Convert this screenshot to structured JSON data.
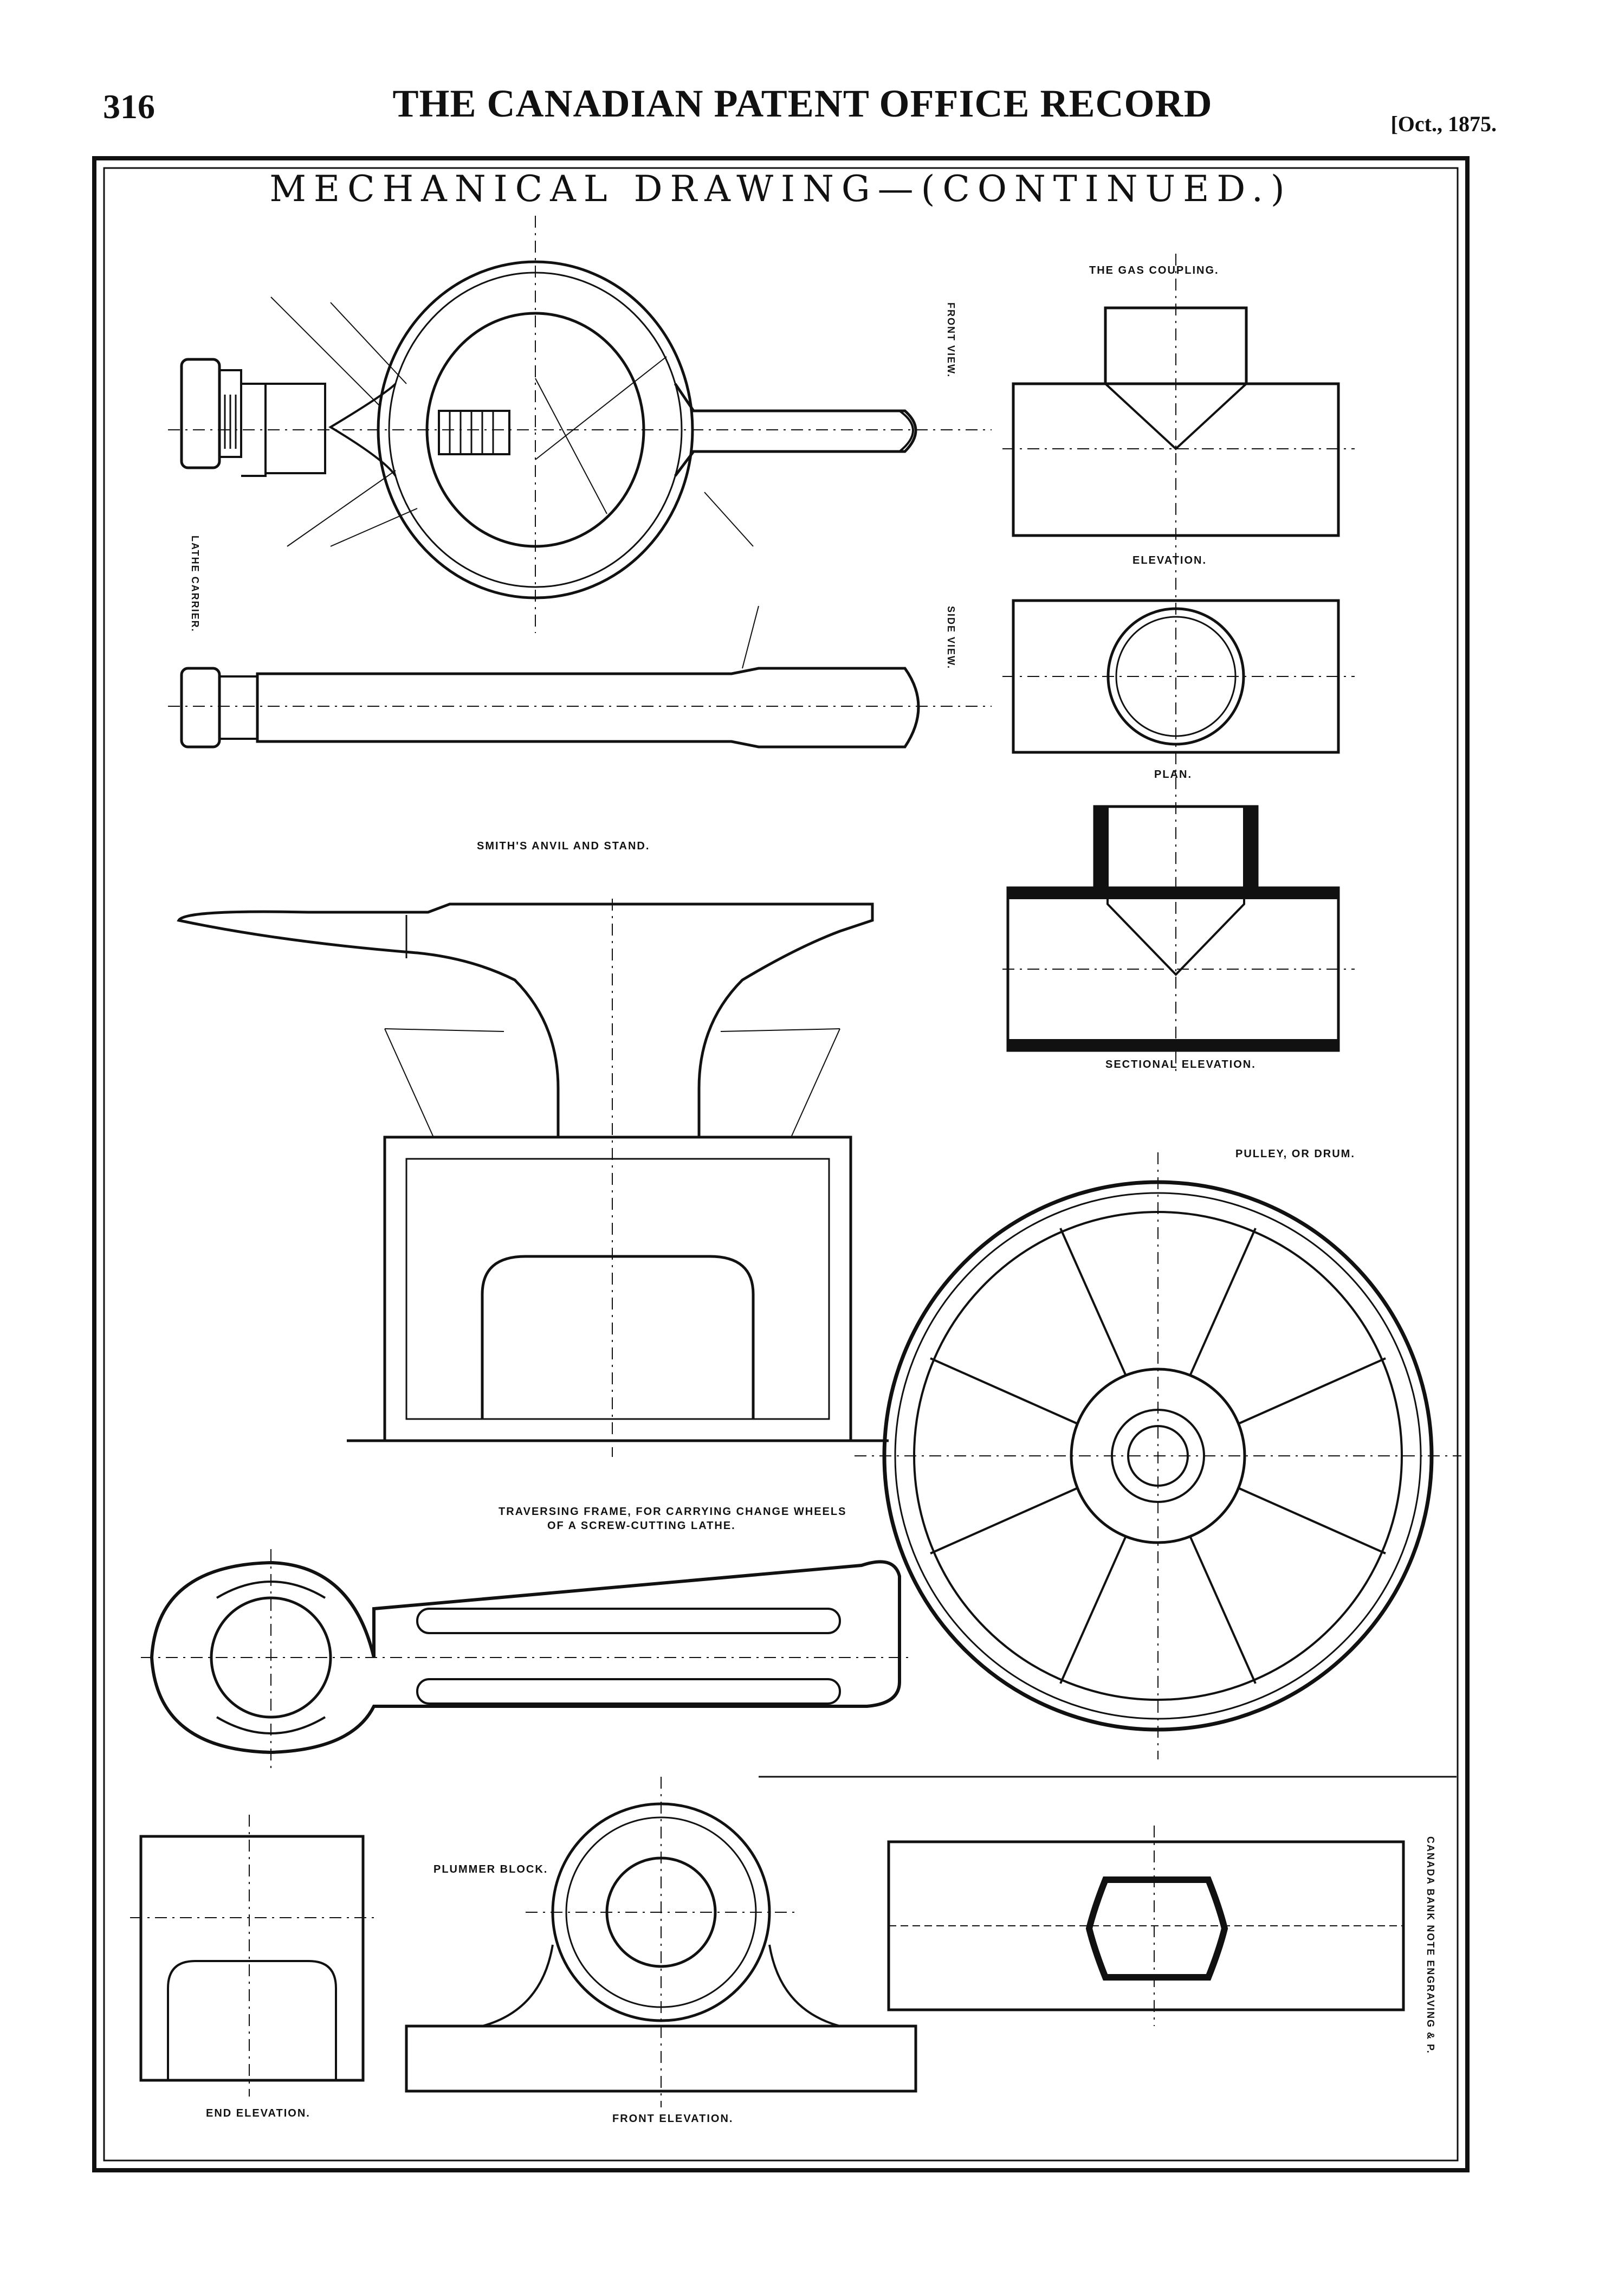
{
  "header": {
    "page_number": "316",
    "journal_title": "THE CANADIAN PATENT OFFICE RECORD",
    "issue_date": "[Oct., 1875."
  },
  "plate": {
    "title": "MECHANICAL DRAWING—(CONTINUED.)",
    "labels": {
      "front_view": "FRONT VIEW.",
      "lathe_carrier": "LATHE CARRIER.",
      "side_view": "SIDE VIEW.",
      "gas_coupling": "THE GAS COUPLING.",
      "elevation": "ELEVATION.",
      "plan": "PLAN.",
      "sectional_elevation": "SECTIONAL ELEVATION.",
      "anvil": "SMITH'S ANVIL AND STAND.",
      "pulley": "PULLEY, OR DRUM.",
      "traversing_frame_1": "TRAVERSING FRAME, FOR CARRYING CHANGE WHEELS",
      "traversing_frame_2": "OF A SCREW-CUTTING LATHE.",
      "plummer_block": "PLUMMER BLOCK.",
      "end_elevation": "END ELEVATION.",
      "front_elevation": "FRONT ELEVATION.",
      "engraver": "CANADA BANK NOTE ENGRAVING & P."
    }
  }
}
